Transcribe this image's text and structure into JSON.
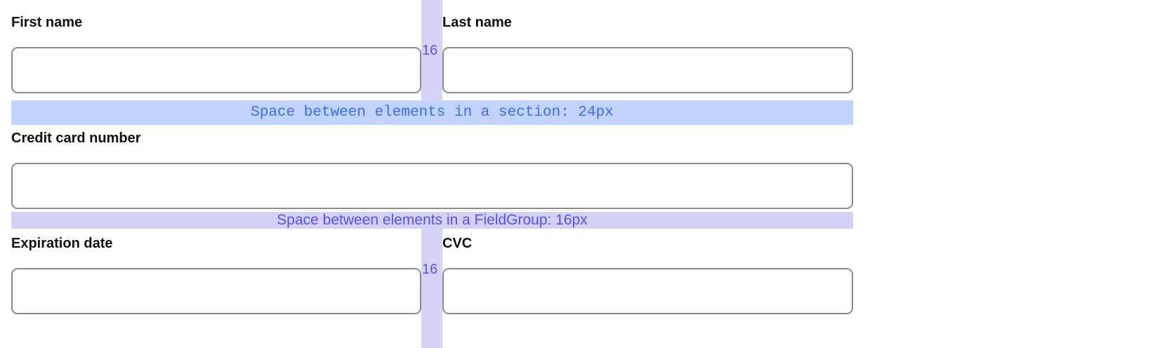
{
  "colors": {
    "section_band_bg": "#c2d3fd",
    "section_band_text": "#3b6bf5",
    "fieldgroup_band_bg": "#d2d2f7",
    "fieldgroup_band_text": "#5b4df0",
    "gap_column_bg": "#d6d4f6",
    "gap_number_text": "#5b4df0",
    "input_border": "#8a8a94",
    "label_text": "#101014",
    "page_bg": "#ffffff"
  },
  "fields": {
    "first_name": {
      "label": "First name",
      "value": "",
      "placeholder": ""
    },
    "last_name": {
      "label": "Last name",
      "value": "",
      "placeholder": ""
    },
    "credit_card_number": {
      "label": "Credit card number",
      "value": "",
      "placeholder": ""
    },
    "expiration_date": {
      "label": "Expiration date",
      "value": "",
      "placeholder": ""
    },
    "cvc": {
      "label": "CVC",
      "value": "",
      "placeholder": ""
    }
  },
  "annotations": {
    "gap_top": "16",
    "gap_bottom": "16",
    "section_band": "Space between elements in a section: 24px",
    "fieldgroup_band": "Space between elements in a FieldGroup: 16px"
  }
}
